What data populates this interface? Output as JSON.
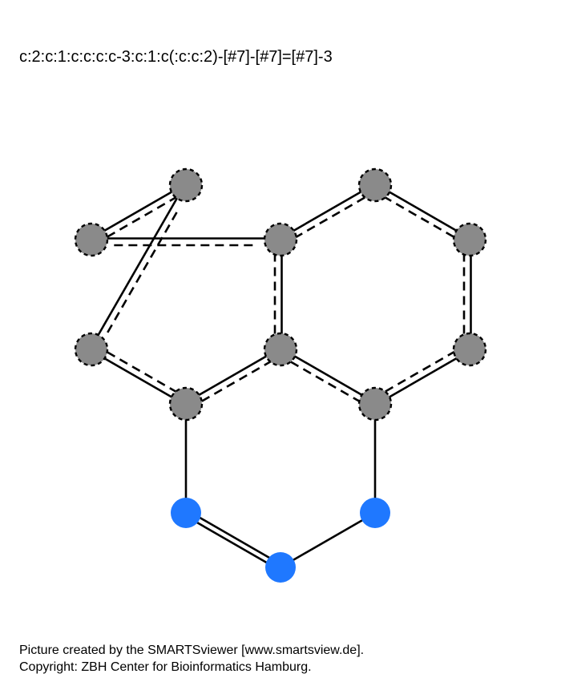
{
  "smarts": "c:2:c:1:c:c:c:c-3:c:1:c(:c:c:2)-[#7]-[#7]=[#7]-3",
  "footer": {
    "line1": "Picture created by the SMARTSviewer [www.smartsview.de].",
    "line2": "Copyright: ZBH Center for Bioinformatics Hamburg."
  },
  "colors": {
    "aromatic_atom": "#8a8a8a",
    "nitrogen_atom": "#1f78ff",
    "bond": "#000000"
  },
  "atoms": [
    {
      "id": "a1",
      "element": "c",
      "aromatic": true
    },
    {
      "id": "a2",
      "element": "c",
      "aromatic": true
    },
    {
      "id": "a3",
      "element": "c",
      "aromatic": true
    },
    {
      "id": "a4",
      "element": "c",
      "aromatic": true
    },
    {
      "id": "a5",
      "element": "c",
      "aromatic": true
    },
    {
      "id": "a6",
      "element": "c",
      "aromatic": true
    },
    {
      "id": "a7",
      "element": "c",
      "aromatic": true
    },
    {
      "id": "a8",
      "element": "c",
      "aromatic": true
    },
    {
      "id": "a9",
      "element": "c",
      "aromatic": true
    },
    {
      "id": "a10",
      "element": "c",
      "aromatic": true
    },
    {
      "id": "n1",
      "element": "#7",
      "aromatic": false
    },
    {
      "id": "n2",
      "element": "#7",
      "aromatic": false
    },
    {
      "id": "n3",
      "element": "#7",
      "aromatic": false
    }
  ],
  "bonds": [
    {
      "a": "a1",
      "b": "a2",
      "type": "aromatic"
    },
    {
      "a": "a2",
      "b": "a3",
      "type": "aromatic"
    },
    {
      "a": "a3",
      "b": "a4",
      "type": "aromatic"
    },
    {
      "a": "a4",
      "b": "a5",
      "type": "aromatic"
    },
    {
      "a": "a5",
      "b": "a6",
      "type": "aromatic"
    },
    {
      "a": "a6",
      "b": "a1",
      "type": "aromatic"
    },
    {
      "a": "a3",
      "b": "a7",
      "type": "aromatic"
    },
    {
      "a": "a7",
      "b": "a8",
      "type": "aromatic"
    },
    {
      "a": "a8",
      "b": "a9",
      "type": "aromatic"
    },
    {
      "a": "a9",
      "b": "a10",
      "type": "aromatic"
    },
    {
      "a": "a10",
      "b": "a4",
      "type": "aromatic"
    },
    {
      "a": "a5",
      "b": "n1",
      "type": "single"
    },
    {
      "a": "n1",
      "b": "n2",
      "type": "double"
    },
    {
      "a": "n2",
      "b": "n3",
      "type": "single"
    },
    {
      "a": "n3",
      "b": "a10",
      "type": "single"
    }
  ]
}
